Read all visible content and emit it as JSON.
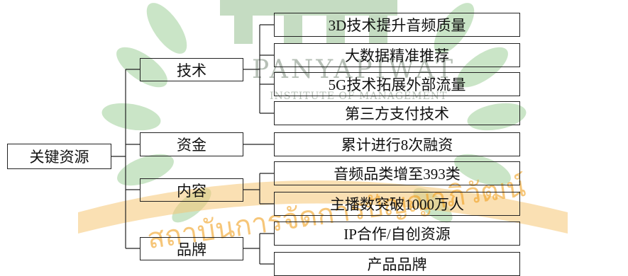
{
  "diagram": {
    "root": "关键资源",
    "branches": [
      {
        "label": "技术",
        "items": [
          "3D技术提升音频质量",
          "大数据精准推荐",
          "5G技术拓展外部流量",
          "第三方支付技术"
        ]
      },
      {
        "label": "资金",
        "items": [
          "累计进行8次融资"
        ]
      },
      {
        "label": "内容",
        "items": [
          "音频品类增至393类",
          "主播数突破1000万人"
        ]
      },
      {
        "label": "品牌",
        "items": [
          "IP合作/自创资源",
          "产品品牌"
        ]
      }
    ]
  },
  "watermark": {
    "name": "PANYAPIWAT",
    "subtitle": "INSTITUTE OF MANAGEMENT",
    "thai": "สถาบันการจัดการปัญญาภิวัฒน์",
    "colors": {
      "green": "#2f8f3a",
      "light_green": "#b9dcb5",
      "orange": "#f0a020"
    }
  }
}
